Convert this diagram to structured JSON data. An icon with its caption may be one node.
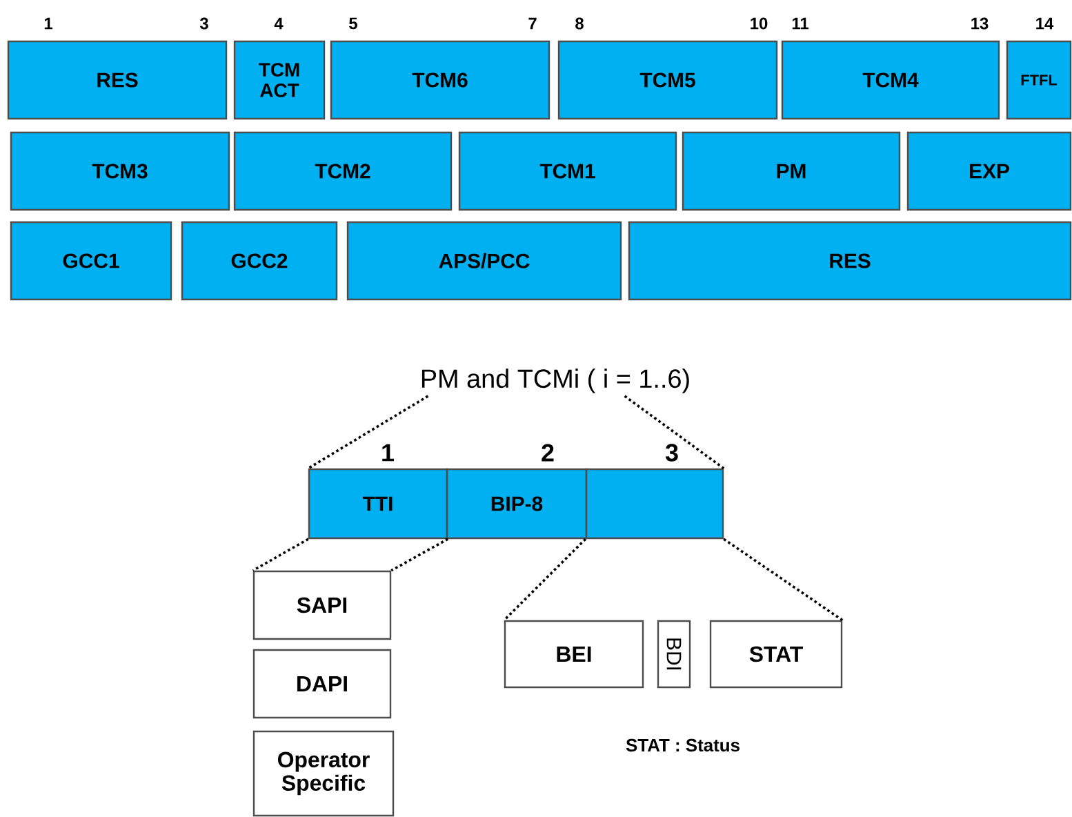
{
  "diagram": {
    "nodes": [
      {
        "text": [
          "RES"
        ]
      },
      {
        "text": [
          "TCM ACT"
        ]
      },
      {
        "text": [
          "TCM6"
        ]
      },
      {
        "text": [
          "TCM5"
        ]
      },
      {
        "text": [
          "TCM4"
        ]
      },
      {
        "text": [
          "FTFL"
        ]
      },
      {
        "text": [
          "TCM3"
        ]
      },
      {
        "text": [
          "TCM2"
        ]
      },
      {
        "text": [
          "TCM1"
        ]
      },
      {
        "text": [
          "PM"
        ]
      },
      {
        "text": [
          "EXP"
        ]
      },
      {
        "text": [
          "GCC1"
        ]
      },
      {
        "text": [
          "GCC2"
        ]
      },
      {
        "text": [
          "APS/PCC"
        ]
      },
      {
        "text": [
          "RES"
        ]
      },
      {
        "text": [
          "PM and TCMi ( i = 1..6)"
        ]
      },
      {
        "text": [
          "TTI"
        ]
      },
      {
        "text": [
          "BIP-8"
        ]
      },
      {
        "text": [],
        "shape": "box"
      },
      {
        "text": [
          "SAPI"
        ]
      },
      {
        "text": [
          "DAPI"
        ]
      },
      {
        "text": [
          "Operator Specific"
        ]
      },
      {
        "text": [
          "BEI"
        ]
      },
      {
        "text": [
          "BDI"
        ]
      },
      {
        "text": [
          "STAT"
        ]
      }
    ],
    "edges": [
      {
        "from": 15,
        "to": 16,
        "arrow": "none",
        "style": "dashed"
      },
      {
        "from": 15,
        "to": 18,
        "arrow": "none",
        "style": "dashed"
      },
      {
        "from": 16,
        "to": 19,
        "arrow": "none",
        "style": "dashed"
      },
      {
        "from": 16,
        "to": 19,
        "arrow": "none",
        "style": "dashed"
      },
      {
        "from": 18,
        "to": 22,
        "arrow": "none",
        "style": "dashed"
      },
      {
        "from": 18,
        "to": 24,
        "arrow": "none",
        "style": "dashed"
      }
    ],
    "labels": [
      "1",
      "3",
      "4",
      "5",
      "7",
      "8",
      "10",
      "11",
      "13",
      "14",
      "1",
      "2",
      "3",
      "STAT : Status"
    ]
  }
}
